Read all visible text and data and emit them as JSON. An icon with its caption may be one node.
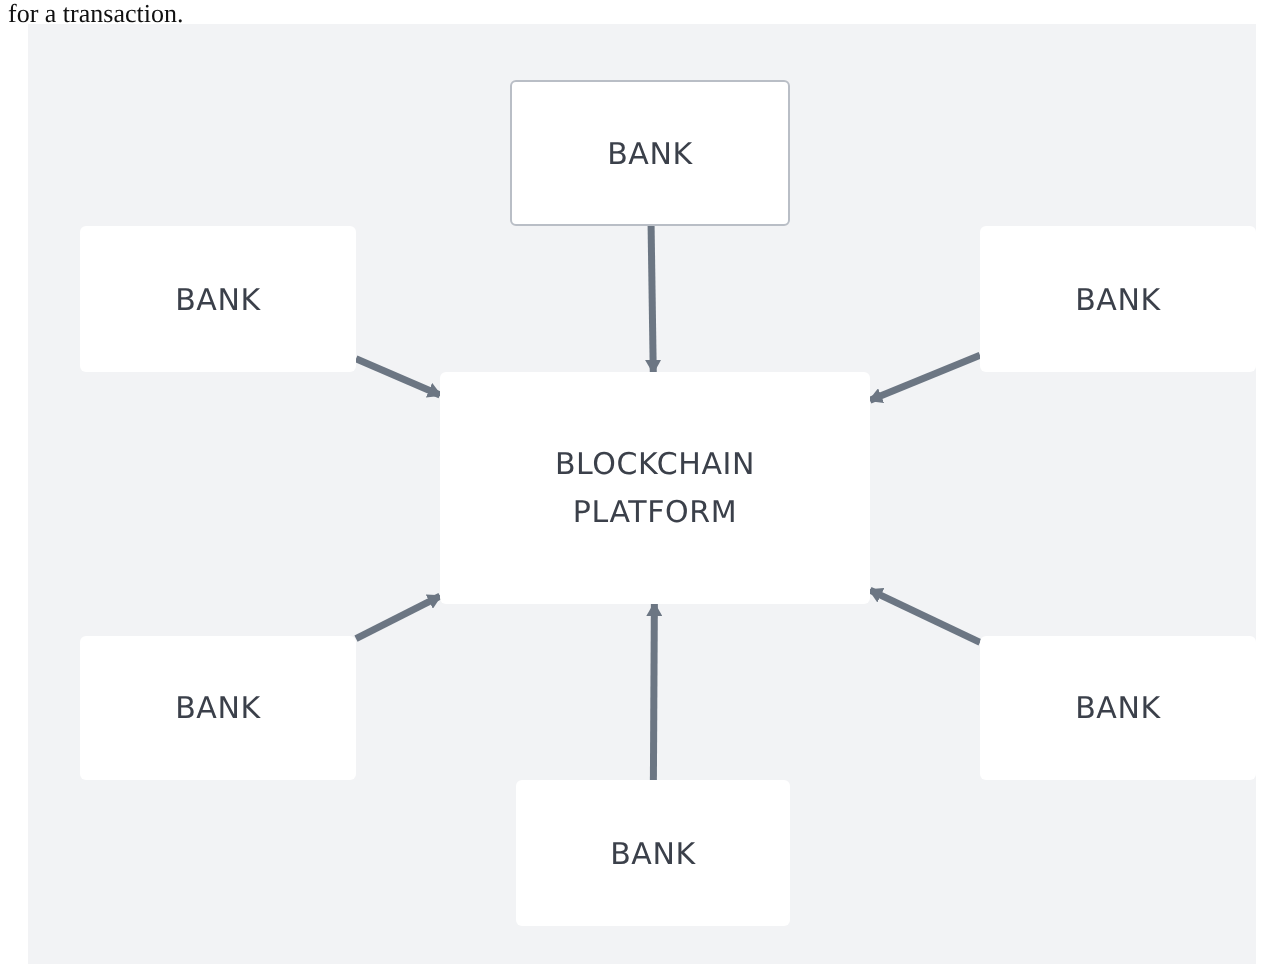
{
  "diagram": {
    "nodes": [
      {
        "text": [
          "BANK"
        ]
      },
      {
        "text": [
          "BANK"
        ]
      },
      {
        "text": [
          "BANK"
        ]
      },
      {
        "text": [
          "BLOCKCHAIN PLATFORM"
        ]
      },
      {
        "text": [
          "BANK"
        ]
      },
      {
        "text": [
          "BANK"
        ]
      },
      {
        "text": [
          "BANK"
        ]
      }
    ],
    "edges": [
      {
        "from": 0,
        "to": 3,
        "arrow": "to"
      },
      {
        "from": 1,
        "to": 3,
        "arrow": "to"
      },
      {
        "from": 2,
        "to": 3,
        "arrow": "to"
      },
      {
        "from": 4,
        "to": 3,
        "arrow": "to"
      },
      {
        "from": 5,
        "to": 3,
        "arrow": "to"
      },
      {
        "from": 6,
        "to": 3,
        "arrow": "to"
      }
    ],
    "labels": [
      "for a transaction."
    ]
  }
}
